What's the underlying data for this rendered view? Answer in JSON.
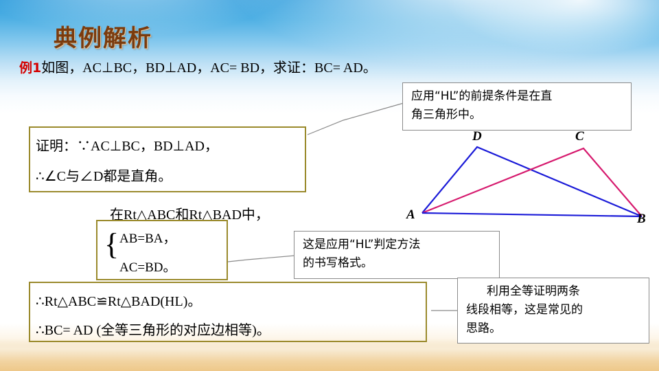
{
  "slide": {
    "title": "典例解析",
    "example_tag": "例1",
    "example_text": "如图，AC⊥BC，BD⊥AD，AC= BD，求证：BC= AD。"
  },
  "proof": {
    "box1_line1": "证明：∵AC⊥BC，BD⊥AD，",
    "box1_line2": "∴∠C与∠D都是直角。",
    "line_middle": "在Rt△ABC和Rt△BAD中，",
    "box2_line1": "AB=BA，",
    "box2_line2": "AC=BD。",
    "box3_line1": "∴Rt△ABC≌Rt△BAD(HL)。",
    "box3_line2": "∴BC= AD (全等三角形的对应边相等)。"
  },
  "callouts": [
    {
      "name": "callout-hl-precondition",
      "line1": "应用“HL”的前提条件是在直",
      "line2": "角三角形中。"
    },
    {
      "name": "callout-hl-format",
      "line1": "这是应用“HL”判定方法",
      "line2": "的书写格式。"
    },
    {
      "name": "callout-congruent-idea",
      "line1": "利用全等证明两条",
      "line2": "线段相等，这是常见的",
      "line3": "思路。"
    }
  ],
  "figure": {
    "labels": {
      "A": "A",
      "B": "B",
      "C": "C",
      "D": "D"
    },
    "colors": {
      "blue": "#1b1bd8",
      "magenta": "#d61a6e"
    }
  },
  "colors": {
    "title": "#7a3b0e",
    "example_tag": "#d40000",
    "box_border": "#9a8a2c",
    "callout_border": "#8a8a8a"
  }
}
